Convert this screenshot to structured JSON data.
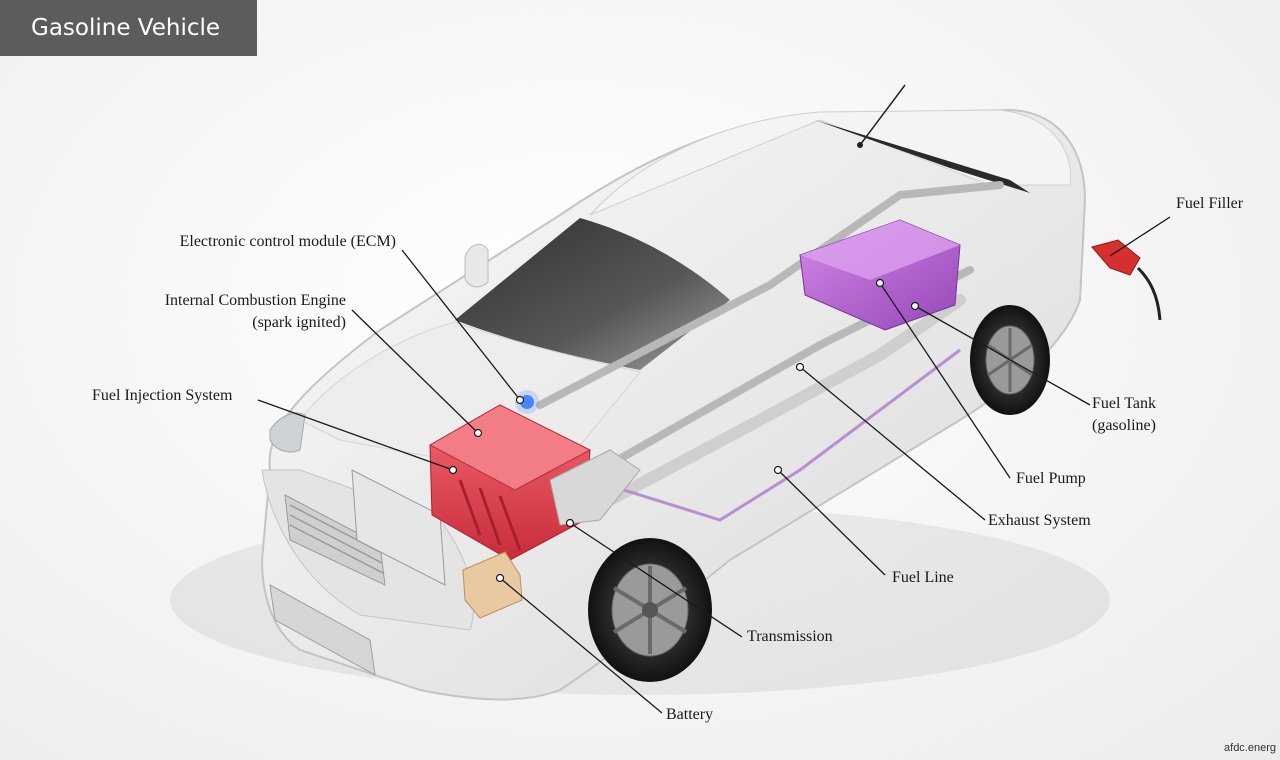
{
  "title": "Gasoline Vehicle",
  "labels": {
    "ecm": "Electronic control module (ECM)",
    "engine_line1": "Internal Combustion Engine",
    "engine_line2": "(spark ignited)",
    "fuel_injection": "Fuel Injection System",
    "fuel_filler": "Fuel Filler",
    "fuel_tank_line1": "Fuel Tank",
    "fuel_tank_line2": "(gasoline)",
    "fuel_pump": "Fuel Pump",
    "exhaust": "Exhaust System",
    "fuel_line": "Fuel Line",
    "transmission": "Transmission",
    "battery": "Battery"
  },
  "credit": "afdc.energ",
  "colors": {
    "title_bg": "#5c5c5c",
    "engine": "#e8414e",
    "fuel_tank": "#b060d0",
    "battery": "#e8c9a0",
    "ecm_light": "#3a7bff"
  }
}
